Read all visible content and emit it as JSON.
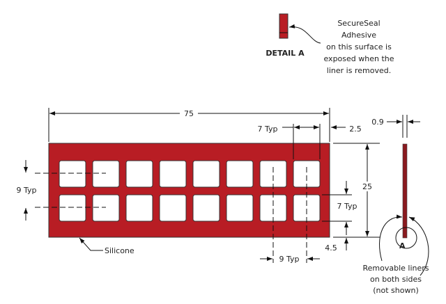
{
  "detail": {
    "title": "DETAIL A",
    "note_lines": [
      "SecureSeal",
      "Adhesive",
      "on this surface is",
      "exposed when the",
      "liner is removed."
    ]
  },
  "dimensions": {
    "overall_width": "75",
    "hole_width": "7 Typ",
    "edge_margin": "2.5",
    "overall_height": "25",
    "hole_height": "7 Typ",
    "bottom_margin": "4.5",
    "pitch_vertical": "9 Typ",
    "pitch_horizontal": "9 Typ",
    "thickness": "0.9"
  },
  "labels": {
    "material": "Silicone",
    "detail_ref": "A",
    "liner_note": [
      "Removable liners",
      "on both sides",
      "(not shown)"
    ]
  },
  "grid": {
    "rows": 2,
    "columns": 8
  },
  "colors": {
    "part": "#b81d24",
    "part_dark": "#8a1a1f"
  }
}
